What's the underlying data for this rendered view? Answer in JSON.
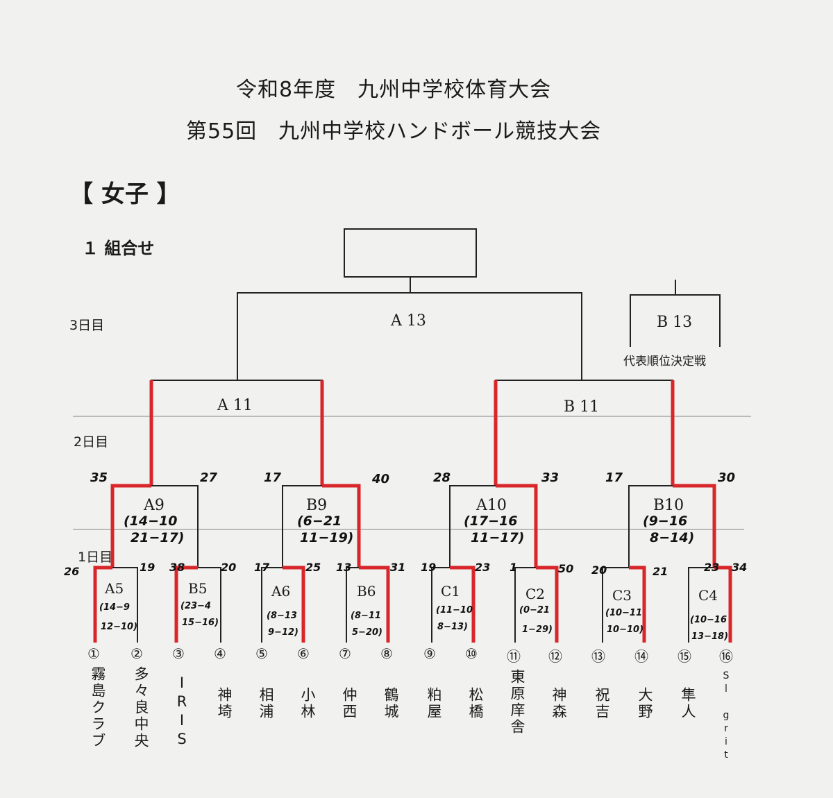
{
  "header": {
    "title_line1": "令和8年度　九州中学校体育大会",
    "title_line2": "第55回　九州中学校ハンドボール競技大会",
    "section": "【 女子 】",
    "subsection": "１ 組合せ"
  },
  "days": {
    "day3": "3日目",
    "day2": "2日目",
    "day1": "1日目"
  },
  "final": {
    "label": "A 13",
    "playoff_label": "B 13",
    "playoff_caption": "代表順位決定戦"
  },
  "semis": {
    "left": "A 11",
    "right": "B 11"
  },
  "quarters": [
    {
      "label": "A9",
      "score1": "(14−10",
      "score2": "21−17)",
      "left_total": "35",
      "right_total": "27"
    },
    {
      "label": "B9",
      "score1": "(6−21",
      "score2": "11−19)",
      "left_total": "17",
      "right_total": "40"
    },
    {
      "label": "A10",
      "score1": "(17−16",
      "score2": "11−17)",
      "left_total": "28",
      "right_total": "33"
    },
    {
      "label": "B10",
      "score1": "(9−16",
      "score2": "8−14)",
      "left_total": "17",
      "right_total": "30"
    }
  ],
  "first_round": [
    {
      "label": "A5",
      "score1": "(14−9",
      "score2": "12−10)",
      "left_total": "26",
      "right_total": "19"
    },
    {
      "label": "B5",
      "score1": "(23−4",
      "score2": "15−16)",
      "left_total": "38",
      "right_total": "20"
    },
    {
      "label": "A6",
      "score1": "(8−13",
      "score2": "9−12)",
      "left_total": "17",
      "right_total": "25"
    },
    {
      "label": "B6",
      "score1": "(8−11",
      "score2": "5−20)",
      "left_total": "13",
      "right_total": "31"
    },
    {
      "label": "C1",
      "score1": "(11−10",
      "score2": "8−13)",
      "left_total": "19",
      "right_total": "23"
    },
    {
      "label": "C2",
      "score1": "(0−21",
      "score2": "1−29)",
      "left_total": "1",
      "right_total": "50"
    },
    {
      "label": "C3",
      "score1": "(10−11",
      "score2": "10−10)",
      "left_total": "20",
      "right_total": "21"
    },
    {
      "label": "C4",
      "score1": "(10−16",
      "score2": "13−18)",
      "left_total": "23",
      "right_total": "34"
    }
  ],
  "teams": [
    {
      "num": "①",
      "name": "霧島クラブ"
    },
    {
      "num": "②",
      "name": "多々良中央"
    },
    {
      "num": "③",
      "name": "IRIS"
    },
    {
      "num": "④",
      "name": "神埼"
    },
    {
      "num": "⑤",
      "name": "相浦"
    },
    {
      "num": "⑥",
      "name": "小林"
    },
    {
      "num": "⑦",
      "name": "仲西"
    },
    {
      "num": "⑧",
      "name": "鶴城"
    },
    {
      "num": "⑨",
      "name": "粕屋"
    },
    {
      "num": "⑩",
      "name": "松橋"
    },
    {
      "num": "⑪",
      "name": "東原庠舎"
    },
    {
      "num": "⑫",
      "name": "神森"
    },
    {
      "num": "⑬",
      "name": "祝吉"
    },
    {
      "num": "⑭",
      "name": "大野"
    },
    {
      "num": "⑮",
      "name": "隼人"
    },
    {
      "num": "⑯",
      "name": "Sl grit"
    }
  ],
  "colors": {
    "bracket": "#222222",
    "winner": "#d8262b",
    "rule": "#9a9a9a"
  }
}
